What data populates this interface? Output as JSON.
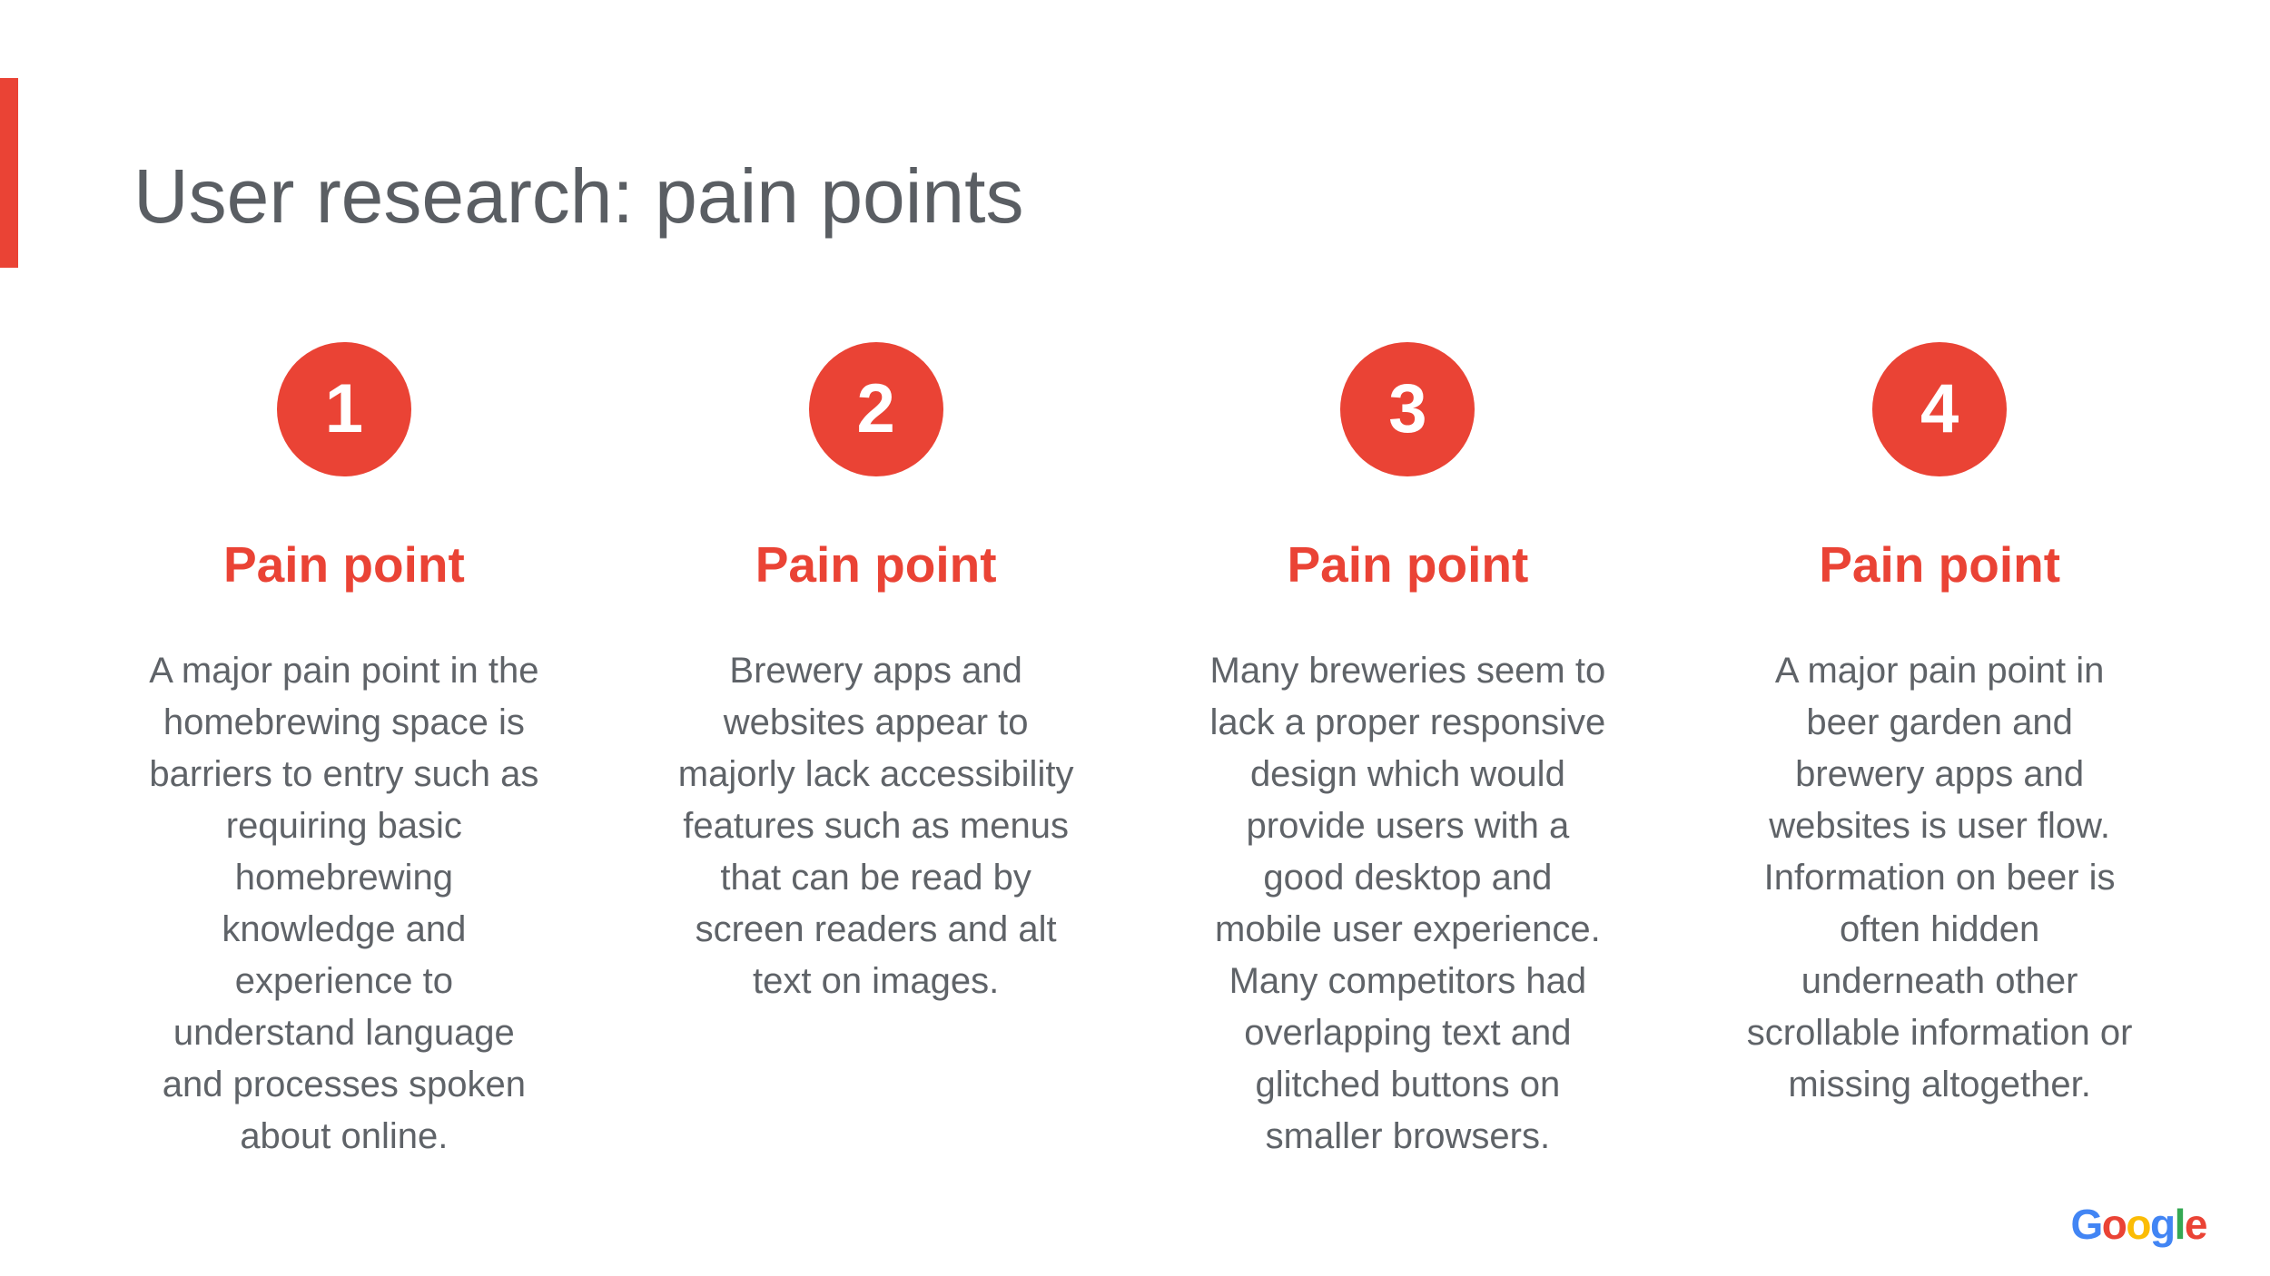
{
  "slide": {
    "title": "User research: pain points",
    "background_color": "#FFFFFF",
    "accent_color": "#EA4335",
    "title_color": "#5A5E63",
    "body_text_color": "#5F6368"
  },
  "columns": [
    {
      "number": "1",
      "heading": "Pain point",
      "body": "A major pain point in the\nhomebrewing space is\nbarriers to entry such as\nrequiring basic\nhomebrewing\nknowledge and\nexperience to\nunderstand language\nand processes spoken\nabout online."
    },
    {
      "number": "2",
      "heading": "Pain point",
      "body": "Brewery apps and\nwebsites appear to\nmajorly lack accessibility\nfeatures such as menus\nthat can be read by\nscreen readers and alt\ntext on images."
    },
    {
      "number": "3",
      "heading": "Pain point",
      "body": "Many breweries seem to\nlack a proper responsive\ndesign which would\nprovide users with a\ngood desktop and\nmobile user experience.\nMany competitors had\noverlapping text and\nglitched buttons on\nsmaller browsers."
    },
    {
      "number": "4",
      "heading": "Pain point",
      "body": "A major pain point in\nbeer garden and\nbrewery apps and\nwebsites is user flow.\nInformation on beer is\noften hidden\nunderneath other\nscrollable information or\nmissing altogether."
    }
  ],
  "footer": {
    "logo_text": "Google",
    "logo_letters": [
      {
        "char": "G",
        "color": "#4285F4"
      },
      {
        "char": "o",
        "color": "#EA4335"
      },
      {
        "char": "o",
        "color": "#FBBC05"
      },
      {
        "char": "g",
        "color": "#4285F4"
      },
      {
        "char": "l",
        "color": "#34A853"
      },
      {
        "char": "e",
        "color": "#EA4335"
      }
    ]
  }
}
